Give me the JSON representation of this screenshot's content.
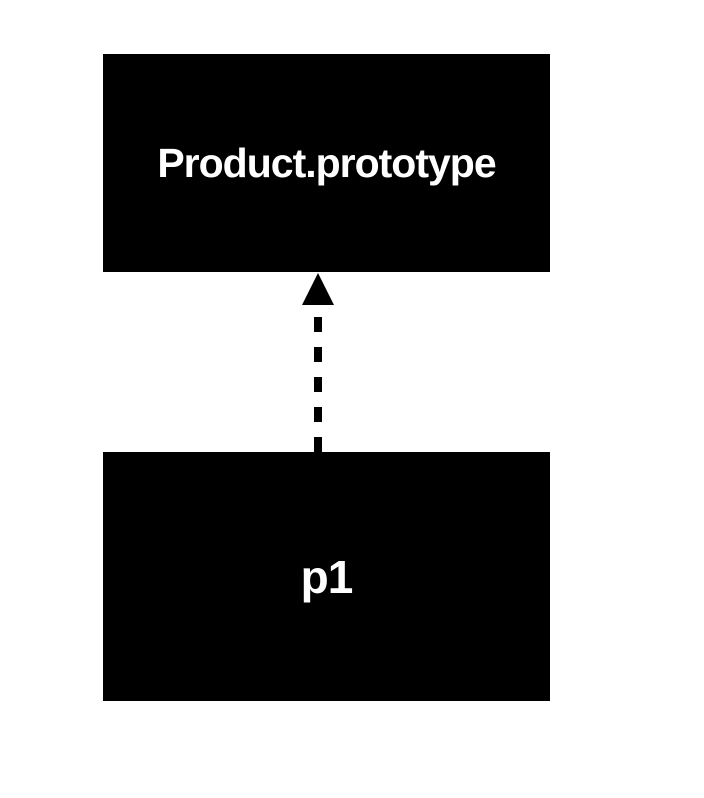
{
  "diagram": {
    "nodes": [
      {
        "id": "prototype",
        "label": "Product.prototype"
      },
      {
        "id": "p1",
        "label": "p1"
      }
    ],
    "edges": [
      {
        "from": "p1",
        "to": "prototype",
        "style": "dashed",
        "arrowhead": "filled-triangle",
        "relation": "prototype-link"
      }
    ],
    "colors": {
      "node_fill": "#000000",
      "node_text": "#ffffff",
      "edge": "#000000",
      "background": "#ffffff"
    }
  }
}
